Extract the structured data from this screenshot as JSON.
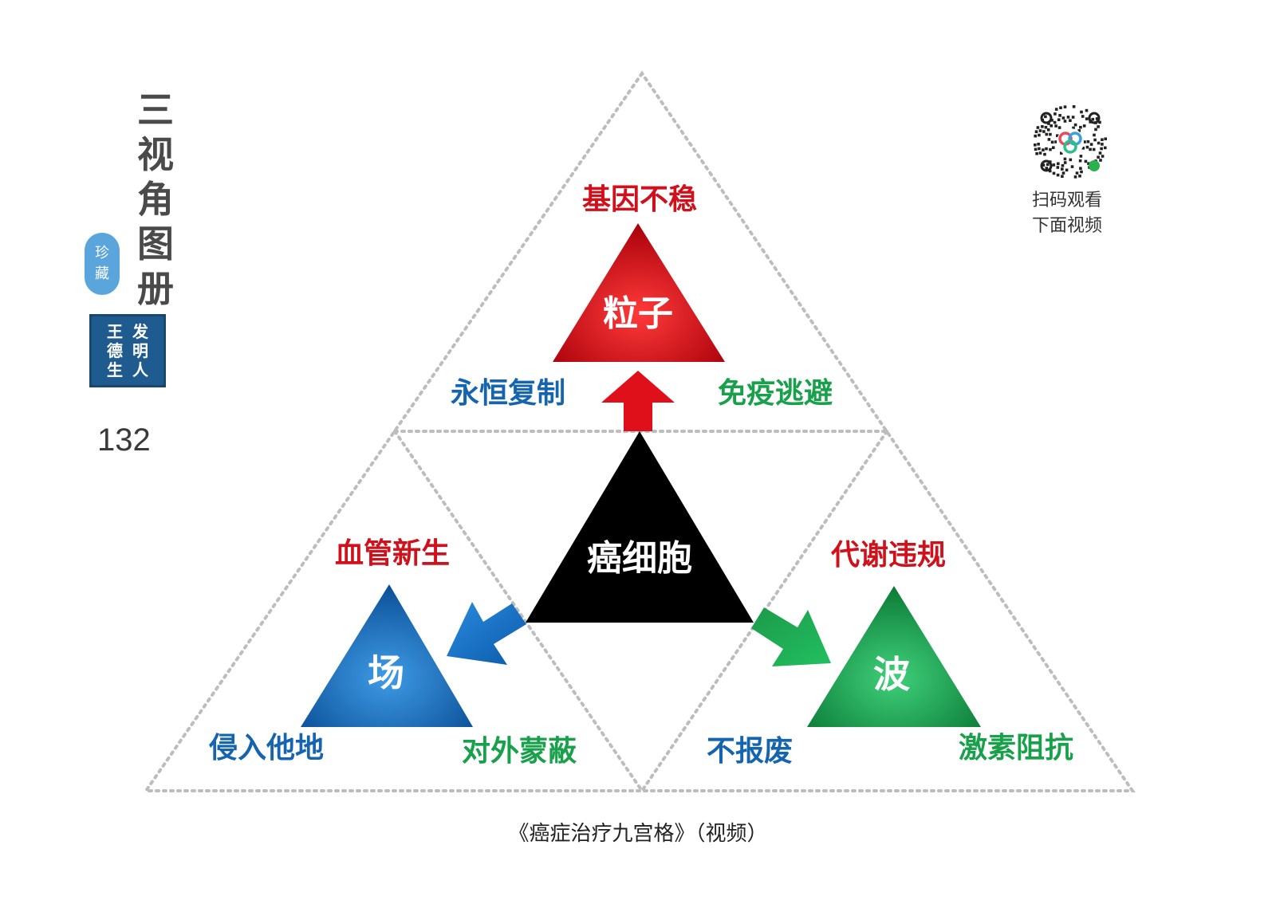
{
  "header": {
    "vertical_title": [
      "三",
      "视",
      "角",
      "图",
      "册"
    ],
    "seal_oval": [
      "珍",
      "藏"
    ],
    "seal_square_col1": [
      "发",
      "明",
      "人"
    ],
    "seal_square_col2": [
      "王",
      "德",
      "生"
    ],
    "page_number": "132"
  },
  "qr": {
    "caption_line1": "扫码观看",
    "caption_line2": "下面视频"
  },
  "diagram": {
    "top": {
      "heading": "基因不稳",
      "core": "粒子",
      "left": "永恒复制",
      "right": "免疫逃避",
      "color": "#d0101a"
    },
    "center": {
      "core": "癌细胞",
      "color": "#000000"
    },
    "left": {
      "heading": "血管新生",
      "core": "场",
      "left": "侵入他地",
      "right": "对外蒙蔽",
      "color": "#0a62b0"
    },
    "right": {
      "heading": "代谢违规",
      "core": "波",
      "left": "不报废",
      "right": "激素阻抗",
      "color": "#14994a"
    },
    "colors": {
      "red": "#d0101a",
      "blue": "#1564b0",
      "green": "#18a04a",
      "grid": "#bdbdbd"
    }
  },
  "footer": {
    "caption": "《癌症治疗九宫格》（视频）"
  }
}
